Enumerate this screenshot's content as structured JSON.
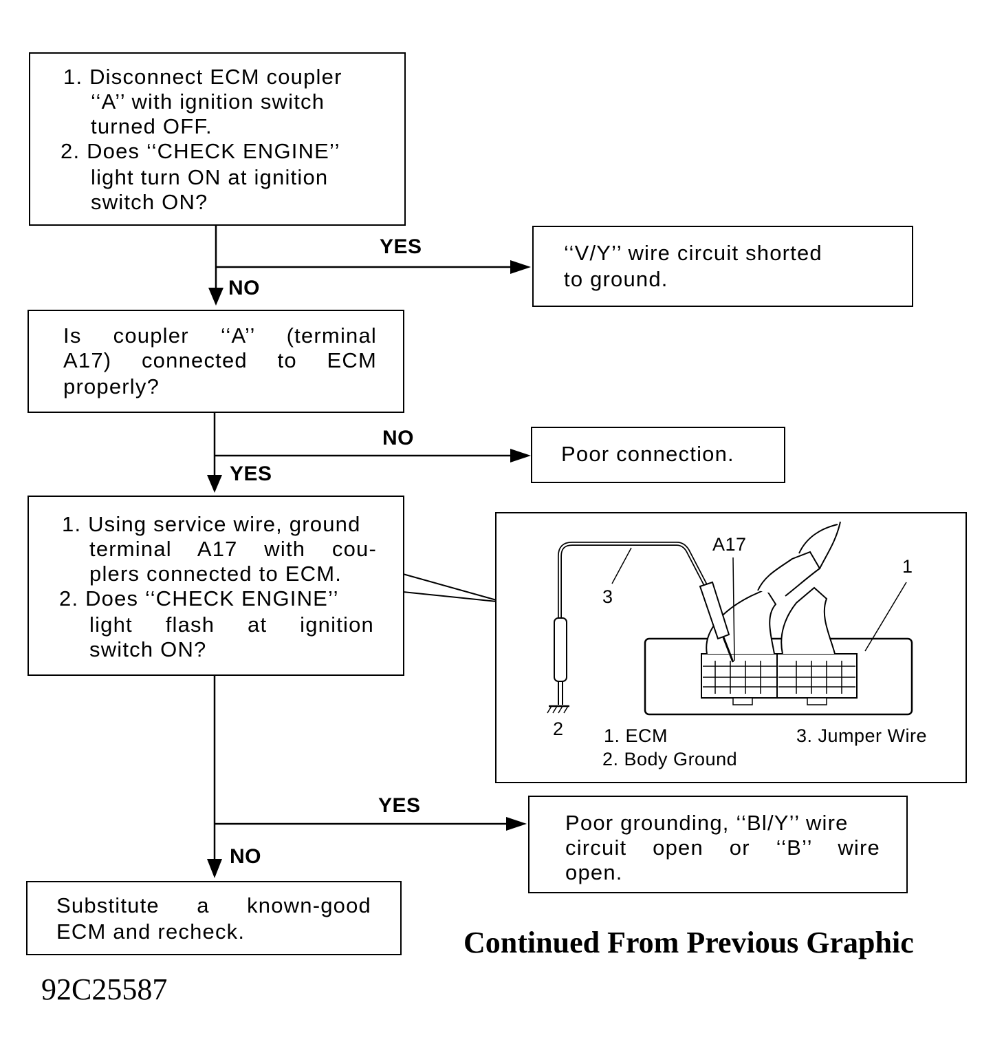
{
  "step1": {
    "line1": "1. Disconnect ECM coupler",
    "line2": "‘‘A’’ with ignition switch",
    "line3": "turned OFF.",
    "line4": "2. Does ‘‘CHECK ENGINE’’",
    "line5": "light turn ON at ignition",
    "line6": "switch ON?"
  },
  "branch1": {
    "yes_label": "YES",
    "no_label": "NO"
  },
  "result1": {
    "line1": "‘‘V/Y’’ wire circuit shorted",
    "line2": "to ground."
  },
  "step2": {
    "line1": "Is coupler ‘‘A’’ (terminal",
    "line2": "A17) connected to ECM",
    "line3": "properly?"
  },
  "branch2": {
    "no_label": "NO",
    "yes_label": "YES"
  },
  "result2": {
    "line1": "Poor connection."
  },
  "step3": {
    "line1": "1. Using service wire, ground",
    "line2": "terminal A17 with cou-",
    "line3": "plers connected to ECM.",
    "line4": "2. Does ‘‘CHECK ENGINE’’",
    "line5": "light flash at ignition",
    "line6": "switch ON?"
  },
  "illustration": {
    "callout_a17": "A17",
    "callout_1": "1",
    "callout_2": "2",
    "callout_3": "3",
    "legend_1": "1. ECM",
    "legend_2": "2. Body Ground",
    "legend_3": "3. Jumper Wire"
  },
  "branch3": {
    "yes_label": "YES",
    "no_label": "NO"
  },
  "result3": {
    "line1": "Poor grounding, ‘‘Bl/Y’’ wire",
    "line2": "circuit open or ‘‘B’’ wire",
    "line3": "open."
  },
  "final": {
    "line1": "Substitute a known-good",
    "line2": "ECM and recheck."
  },
  "footer": {
    "continued": "Continued From Previous Graphic",
    "code": "92C25587"
  }
}
